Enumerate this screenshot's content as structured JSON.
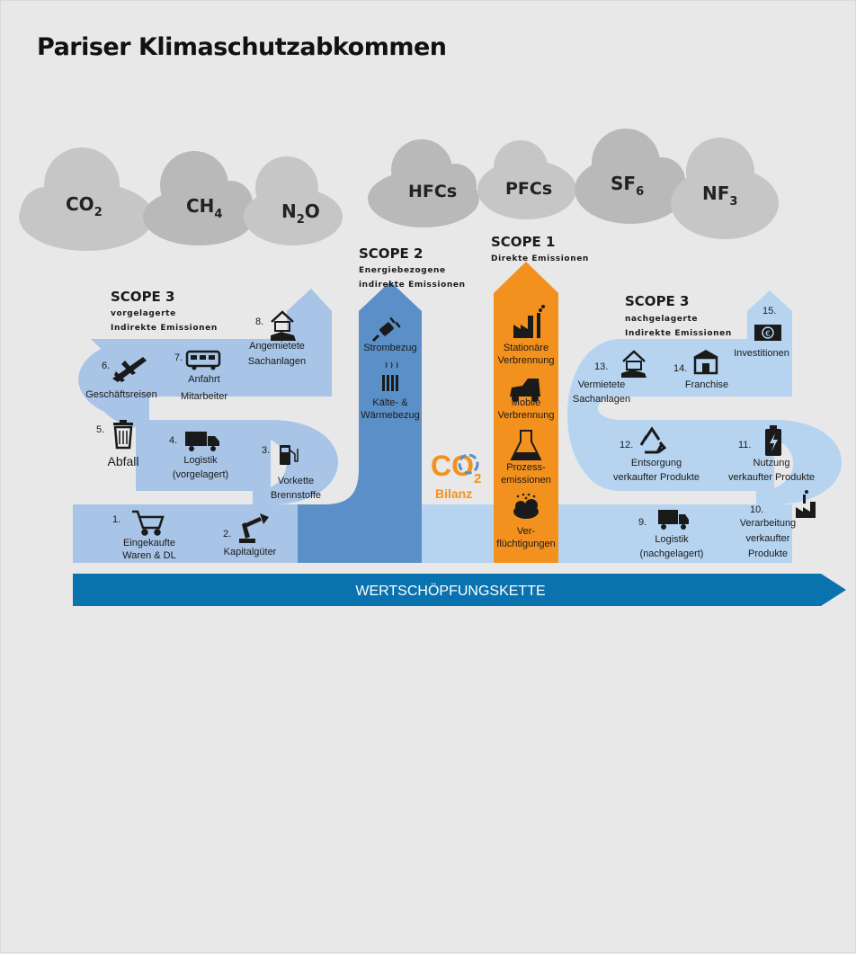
{
  "title": "Pariser Klimaschutzabkommen",
  "gases": [
    {
      "base": "CO",
      "sub": "2"
    },
    {
      "base": "CH",
      "sub": "4"
    },
    {
      "base": "N",
      "sub": "2",
      "tail": "O"
    },
    {
      "base": "HFCs"
    },
    {
      "base": "PFCs"
    },
    {
      "base": "SF",
      "sub": "6"
    },
    {
      "base": "NF",
      "sub": "3"
    }
  ],
  "scope2": {
    "title": "SCOPE 2",
    "sub1": "Energiebezogene",
    "sub2": "indirekte Emissionen",
    "items": [
      "Strombezug",
      "Kälte- &",
      "Wärmebezug"
    ]
  },
  "scope1": {
    "title": "SCOPE 1",
    "sub1": "Direkte Emissionen",
    "items": [
      "Stationäre",
      "Verbrennung",
      "Mobile",
      "Verbrennung",
      "Prozess-",
      "emissionen",
      "Ver-",
      "flüchtigungen"
    ]
  },
  "scope3_up": {
    "title": "SCOPE 3",
    "sub1": "vorgelagerte",
    "sub2": "Indirekte Emissionen",
    "items": {
      "n1": "1.",
      "l1a": "Eingekaufte",
      "l1b": "Waren & DL",
      "n2": "2.",
      "l2a": "Kapitalgüter",
      "n3": "3.",
      "l3a": "Vorkette",
      "l3b": "Brennstoffe",
      "n4": "4.",
      "l4a": "Logistik",
      "l4b": "(vorgelagert)",
      "n5": "5.",
      "l5a": "Abfall",
      "n6": "6.",
      "l6a": "Geschäftsreisen",
      "n7": "7.",
      "l7a": "Anfahrt",
      "l7b": "Mitarbeiter",
      "n8": "8.",
      "l8a": "Angemietete",
      "l8b": "Sachanlagen"
    }
  },
  "scope3_down": {
    "title": "SCOPE 3",
    "sub1": "nachgelagerte",
    "sub2": "Indirekte Emissionen",
    "items": {
      "n9": "9.",
      "l9a": "Logistik",
      "l9b": "(nachgelagert)",
      "n10": "10.",
      "l10a": "Verarbeitung",
      "l10b": "verkaufter",
      "l10c": "Produkte",
      "n11": "11.",
      "l11a": "Nutzung",
      "l11b": "verkaufter Produkte",
      "n12": "12.",
      "l12a": "Entsorgung",
      "l12b": "verkaufter Produkte",
      "n13": "13.",
      "l13a": "Vermietete",
      "l13b": "Sachanlagen",
      "n14": "14.",
      "l14a": "Franchise",
      "n15": "15.",
      "l15a": "Investitionen"
    }
  },
  "co2_logo": {
    "text": "CO",
    "sub": "2",
    "label": "Bilanz"
  },
  "chain_label": "WERTSCHÖPFUNGSKETTE",
  "colors": {
    "bg": "#e8e8e8",
    "cloud": "#c6c6c6",
    "cloud_dark": "#b9b9b9",
    "scope3_up": "#a8c4e6",
    "scope2": "#5b8fc7",
    "scope1": "#f2911e",
    "scope3_down": "#b6d4f0",
    "arrow": "#0b72b0",
    "co2_orange": "#f2911e"
  }
}
